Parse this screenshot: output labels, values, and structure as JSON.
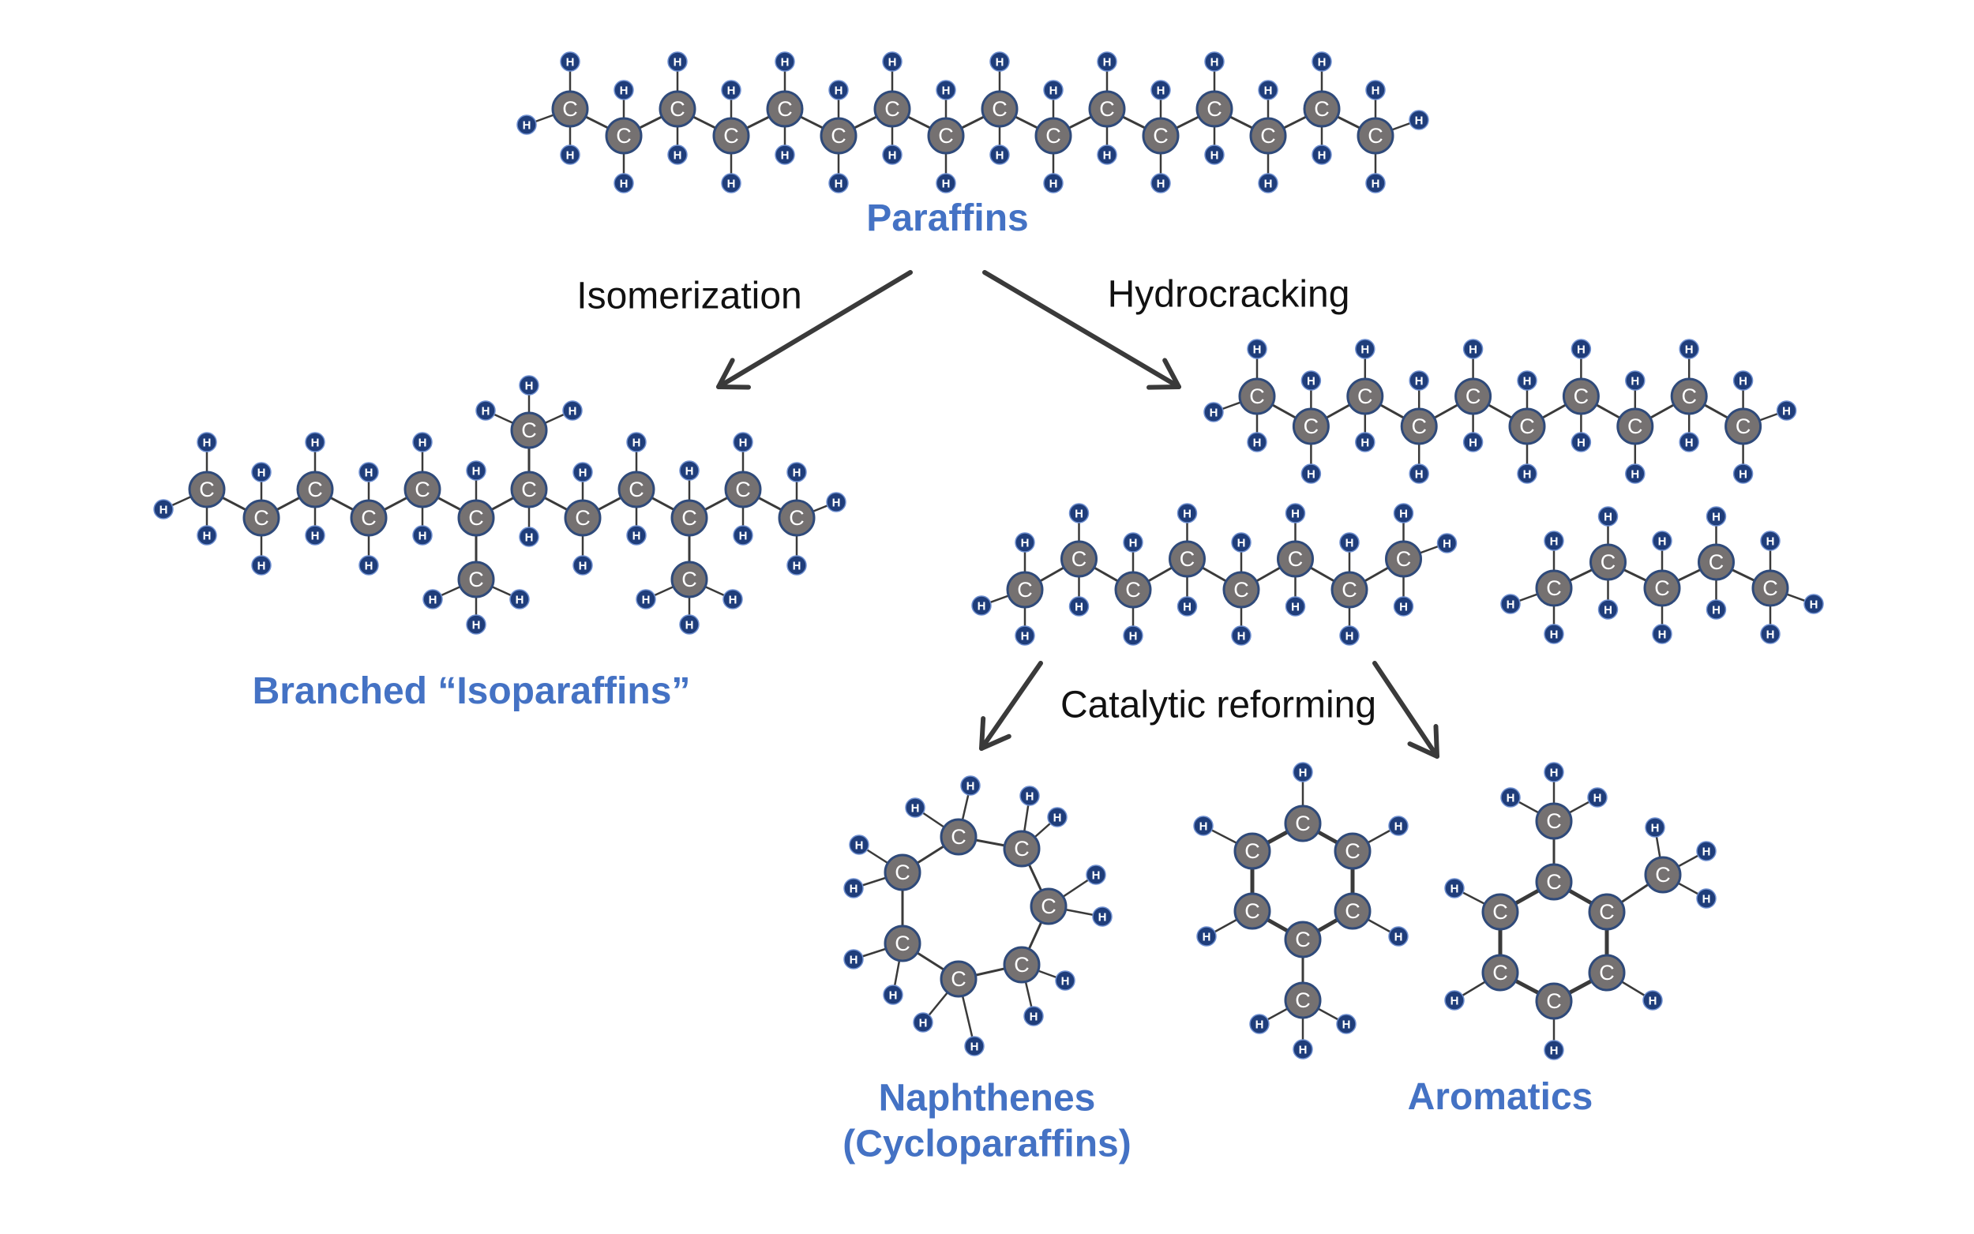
{
  "labels": {
    "paraffins": "Paraffins",
    "isomerization": "Isomerization",
    "hydrocracking": "Hydrocracking",
    "isoparaffins": "Branched “Isoparaffins”",
    "catalytic_reforming": "Catalytic reforming",
    "naphthenes_1": "Naphthenes",
    "naphthenes_2": "(Cycloparaffins)",
    "aromatics": "Aromatics"
  },
  "atom_labels": {
    "carbon": "C",
    "hydrogen": "H"
  },
  "colors": {
    "title": "#4472c4",
    "carbon_fill": "#757171",
    "carbon_stroke": "#2f4a7a",
    "hydrogen_fill": "#1f3d7a",
    "bond": "#3a3a3a",
    "arrow": "#3a3a3a"
  }
}
